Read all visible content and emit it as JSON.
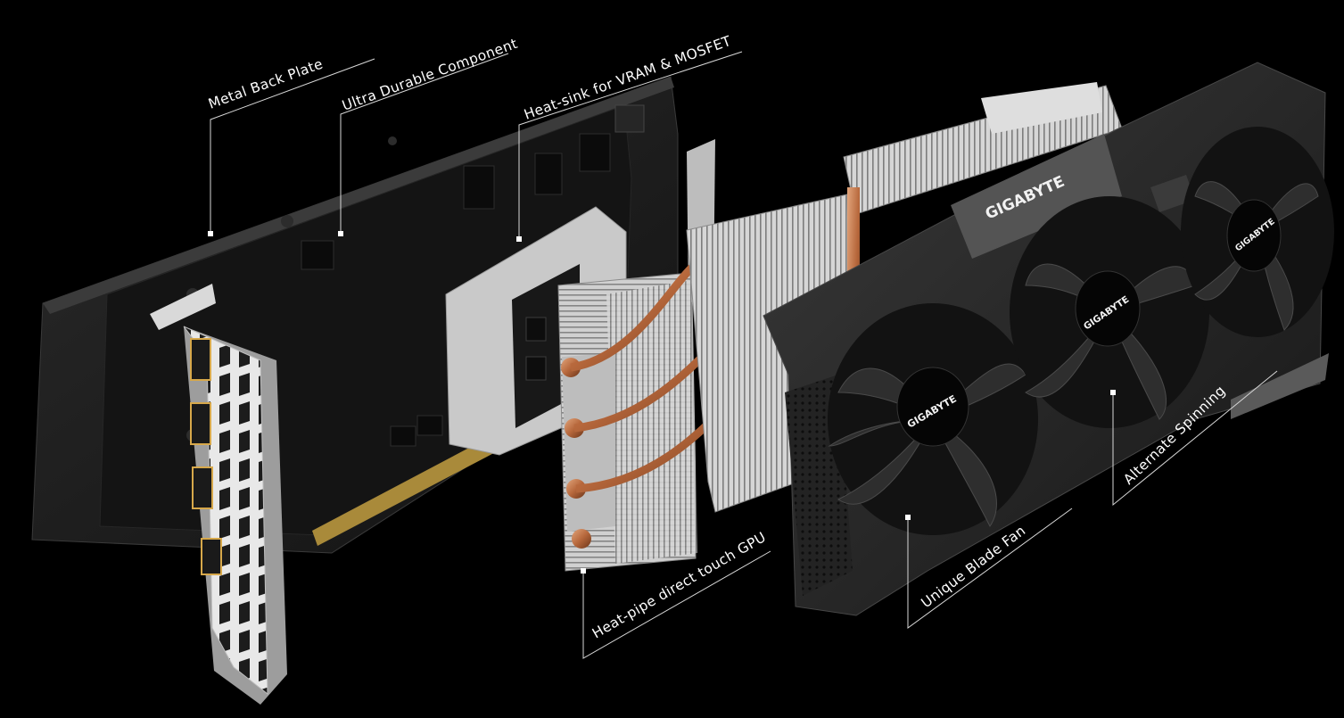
{
  "callouts": {
    "metal_back_plate": "Metal Back Plate",
    "ultra_durable_component": "Ultra Durable Component",
    "heatsink_vram_mosfet": "Heat-sink for VRAM & MOSFET",
    "heatpipe_direct_touch": "Heat-pipe direct touch GPU",
    "unique_blade_fan": "Unique Blade Fan",
    "alternate_spinning": "Alternate Spinning"
  },
  "brand": {
    "shroud_logo": "GIGABYTE",
    "fan_hub_logo": "GIGABYTE"
  },
  "colors": {
    "background": "#000000",
    "pcb": "#161616",
    "backplate": "#1d1d1d",
    "bracket": "#e6e6e6",
    "fins": "#cfcfcf",
    "copper": "#c0784a",
    "shroud": "#2b2b2b",
    "text": "#ffffff"
  }
}
